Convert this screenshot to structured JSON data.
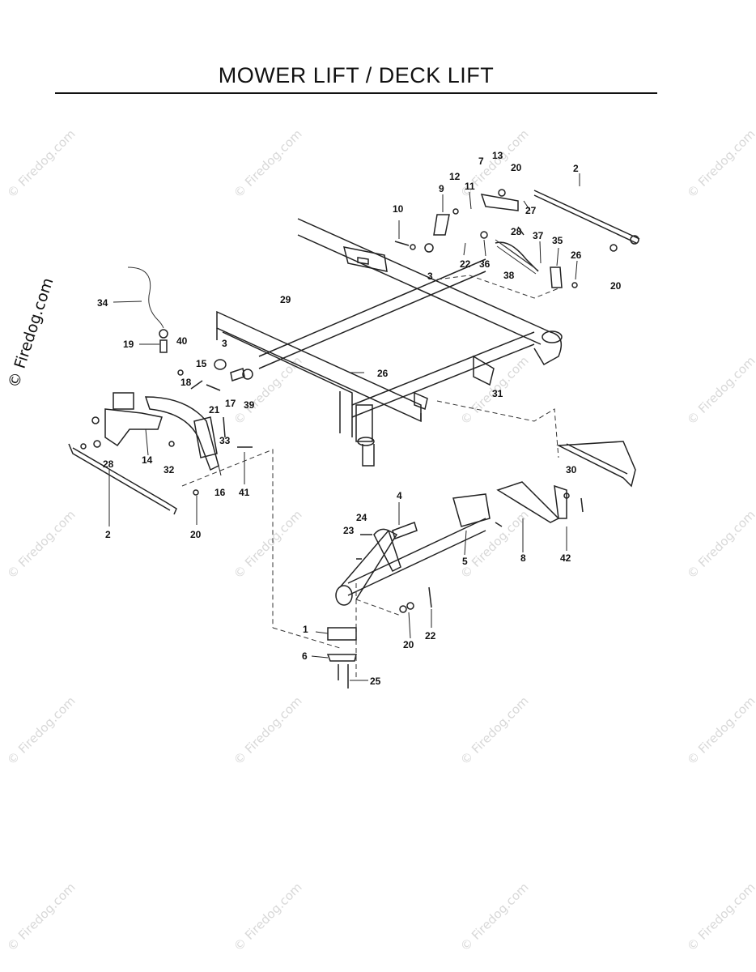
{
  "header": {
    "title": "MOWER LIFT / DECK LIFT"
  },
  "watermark": {
    "text": "© Firedog.com",
    "side_text": "© Firedog.com"
  },
  "callouts": [
    {
      "id": "c1",
      "text": "1"
    },
    {
      "id": "c2a",
      "text": "2"
    },
    {
      "id": "c2b",
      "text": "2"
    },
    {
      "id": "c3a",
      "text": "3"
    },
    {
      "id": "c3b",
      "text": "3"
    },
    {
      "id": "c4",
      "text": "4"
    },
    {
      "id": "c5",
      "text": "5"
    },
    {
      "id": "c6",
      "text": "6"
    },
    {
      "id": "c7",
      "text": "7"
    },
    {
      "id": "c8",
      "text": "8"
    },
    {
      "id": "c9",
      "text": "9"
    },
    {
      "id": "c10",
      "text": "10"
    },
    {
      "id": "c11",
      "text": "11"
    },
    {
      "id": "c12",
      "text": "12"
    },
    {
      "id": "c13",
      "text": "13"
    },
    {
      "id": "c14",
      "text": "14"
    },
    {
      "id": "c15",
      "text": "15"
    },
    {
      "id": "c16",
      "text": "16"
    },
    {
      "id": "c17",
      "text": "17"
    },
    {
      "id": "c18",
      "text": "18"
    },
    {
      "id": "c19",
      "text": "19"
    },
    {
      "id": "c20a",
      "text": "20"
    },
    {
      "id": "c20b",
      "text": "20"
    },
    {
      "id": "c20c",
      "text": "20"
    },
    {
      "id": "c20d",
      "text": "20"
    },
    {
      "id": "c21",
      "text": "21"
    },
    {
      "id": "c22a",
      "text": "22"
    },
    {
      "id": "c22b",
      "text": "22"
    },
    {
      "id": "c23",
      "text": "23"
    },
    {
      "id": "c24",
      "text": "24"
    },
    {
      "id": "c25",
      "text": "25"
    },
    {
      "id": "c26a",
      "text": "26"
    },
    {
      "id": "c26b",
      "text": "26"
    },
    {
      "id": "c27",
      "text": "27"
    },
    {
      "id": "c28a",
      "text": "28"
    },
    {
      "id": "c28b",
      "text": "28"
    },
    {
      "id": "c29",
      "text": "29"
    },
    {
      "id": "c30",
      "text": "30"
    },
    {
      "id": "c31",
      "text": "31"
    },
    {
      "id": "c32",
      "text": "32"
    },
    {
      "id": "c33",
      "text": "33"
    },
    {
      "id": "c34",
      "text": "34"
    },
    {
      "id": "c35",
      "text": "35"
    },
    {
      "id": "c36",
      "text": "36"
    },
    {
      "id": "c37",
      "text": "37"
    },
    {
      "id": "c38",
      "text": "38"
    },
    {
      "id": "c39",
      "text": "39"
    },
    {
      "id": "c40",
      "text": "40"
    },
    {
      "id": "c41",
      "text": "41"
    },
    {
      "id": "c42",
      "text": "42"
    }
  ]
}
